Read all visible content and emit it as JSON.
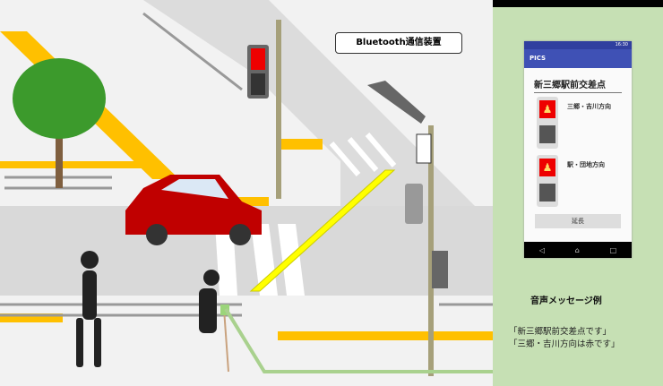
{
  "callout": {
    "label": "Bluetooth通信装置"
  },
  "phone": {
    "status_time": "16:30",
    "app_title": "PICS",
    "intersection": "新三郷駅前交差点",
    "signals": [
      {
        "direction": "三郷・吉川方向",
        "state": "red"
      },
      {
        "direction": "駅・団地方向",
        "state": "red"
      }
    ],
    "extend_button": "延長",
    "nav": [
      "◁",
      "⌂",
      "□"
    ]
  },
  "voice": {
    "title": "音声メッセージ例",
    "lines": [
      "「新三郷駅前交差点です」",
      "「三郷・吉川方向は赤です」"
    ]
  },
  "colors": {
    "panel": "#c6e0b4",
    "appbar": "#3f51b5",
    "signal_red": "#ee0000",
    "tactile": "#ffc000",
    "car": "#c00000"
  }
}
